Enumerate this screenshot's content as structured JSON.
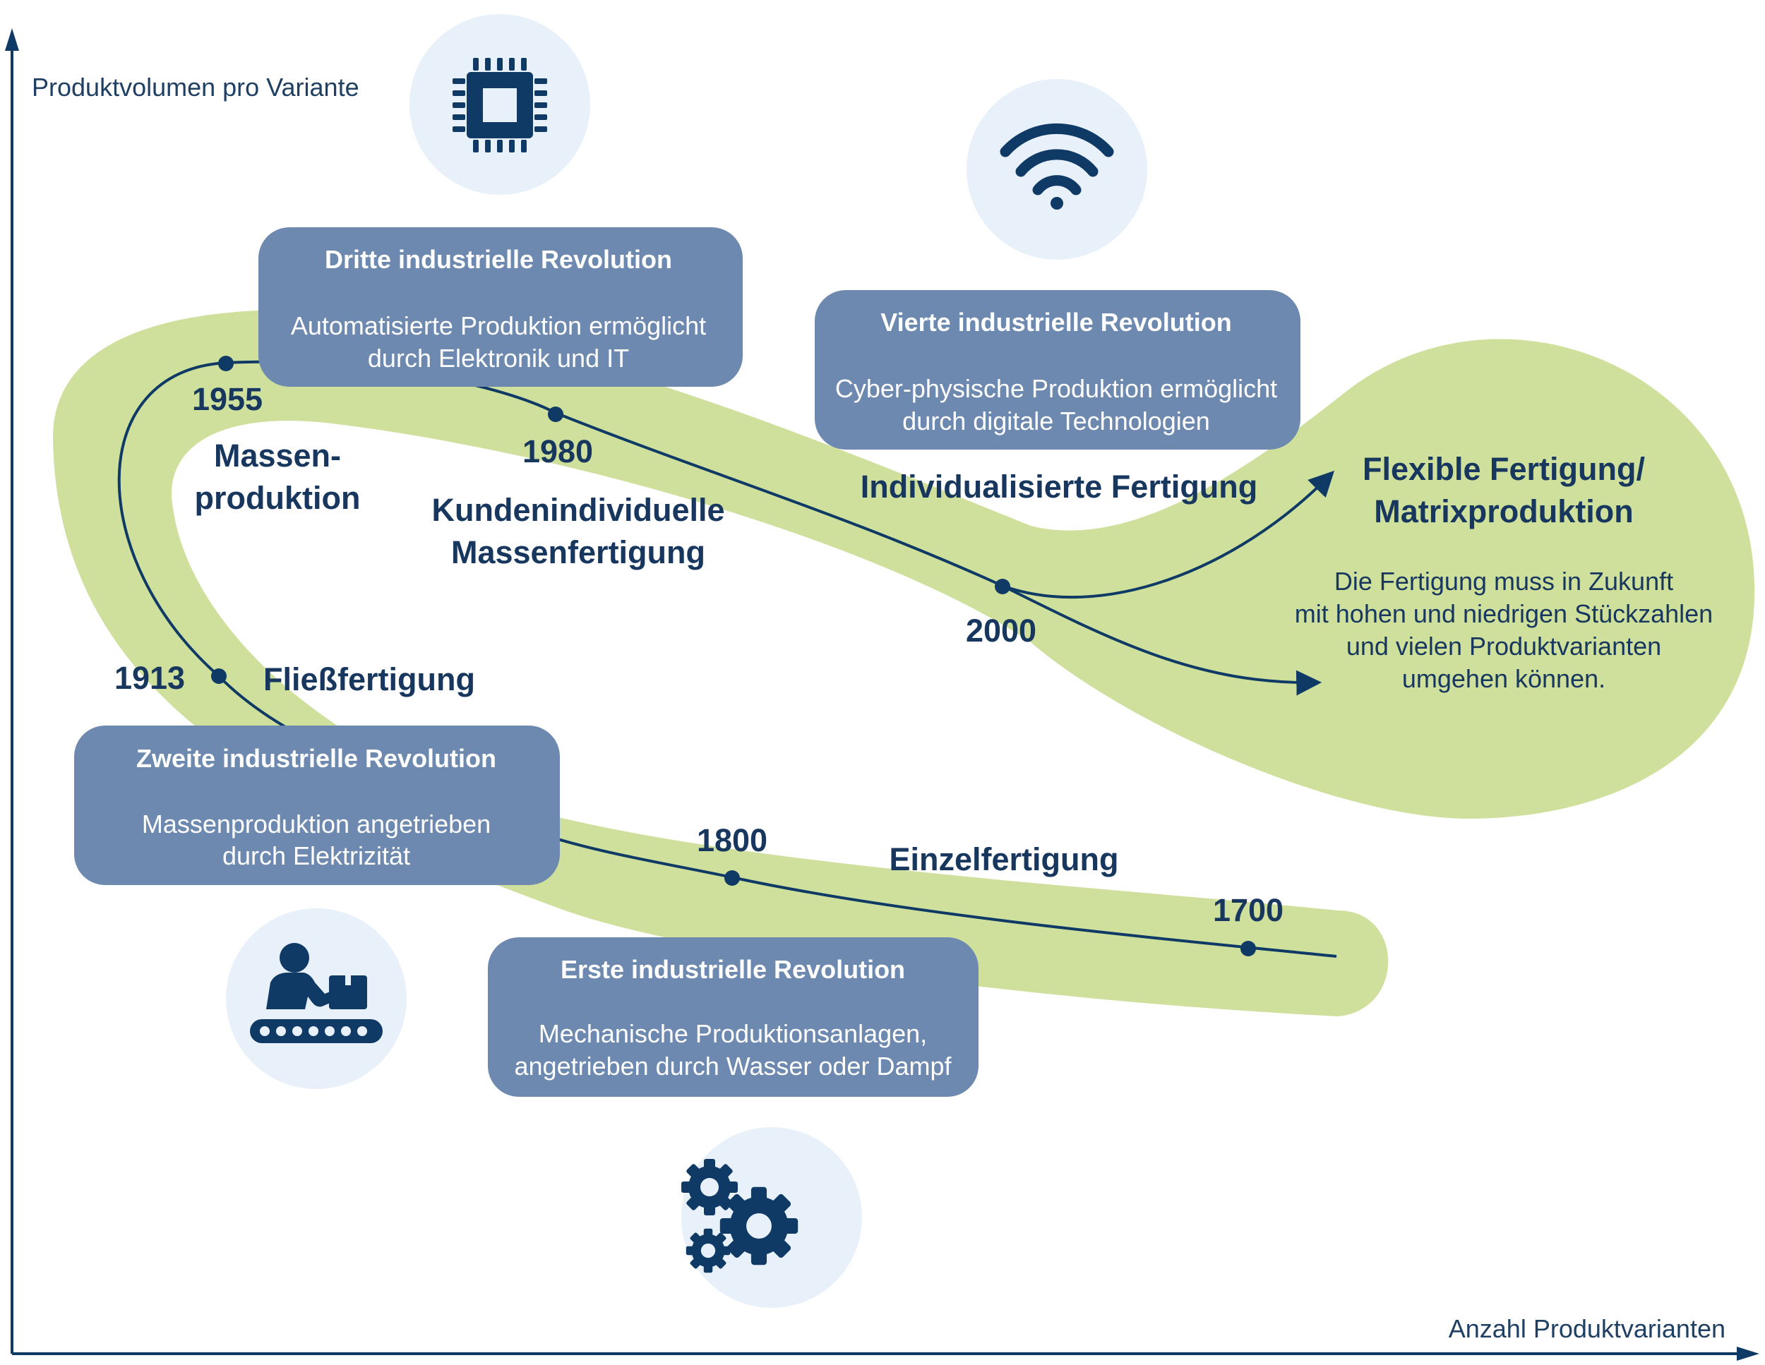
{
  "axes": {
    "y_label": "Produktvolumen pro Variante",
    "x_label": "Anzahl Produktvarianten"
  },
  "revolutions": [
    {
      "title": "Erste industrielle Revolution",
      "line1": "Mechanische Produktionsanlagen,",
      "line2": "angetrieben durch Wasser oder Dampf",
      "icon": "gears-icon"
    },
    {
      "title": "Zweite industrielle Revolution",
      "line1": "Massenproduktion angetrieben",
      "line2": "durch Elektrizität",
      "icon": "conveyor-worker-icon"
    },
    {
      "title": "Dritte industrielle Revolution",
      "line1": "Automatisierte Produktion ermöglicht",
      "line2": "durch Elektronik und IT",
      "icon": "microchip-icon"
    },
    {
      "title": "Vierte industrielle Revolution",
      "line1": "Cyber-physische Produktion ermöglicht",
      "line2": "durch digitale Technologien",
      "icon": "wifi-icon"
    }
  ],
  "stages": {
    "einzel": "Einzelfertigung",
    "fliess": "Fließfertigung",
    "massen_line1": "Massen-",
    "massen_line2": "produktion",
    "kunden_line1": "Kundenindividuelle",
    "kunden_line2": "Massenfertigung",
    "individual": "Individualisierte Fertigung",
    "flexible_line1": "Flexible Fertigung/",
    "flexible_line2": "Matrixproduktion"
  },
  "flexible_description": [
    "Die Fertigung muss in Zukunft",
    "mit hohen und niedrigen Stückzahlen",
    "und vielen Produktvarianten",
    "umgehen können."
  ],
  "years": [
    "1700",
    "1800",
    "1913",
    "1955",
    "1980",
    "2000"
  ],
  "colors": {
    "navy": "#0f3a66",
    "band_green": "#cfe09d",
    "box_blue": "#6d89b0",
    "icon_circle": "#e8f0f9"
  }
}
